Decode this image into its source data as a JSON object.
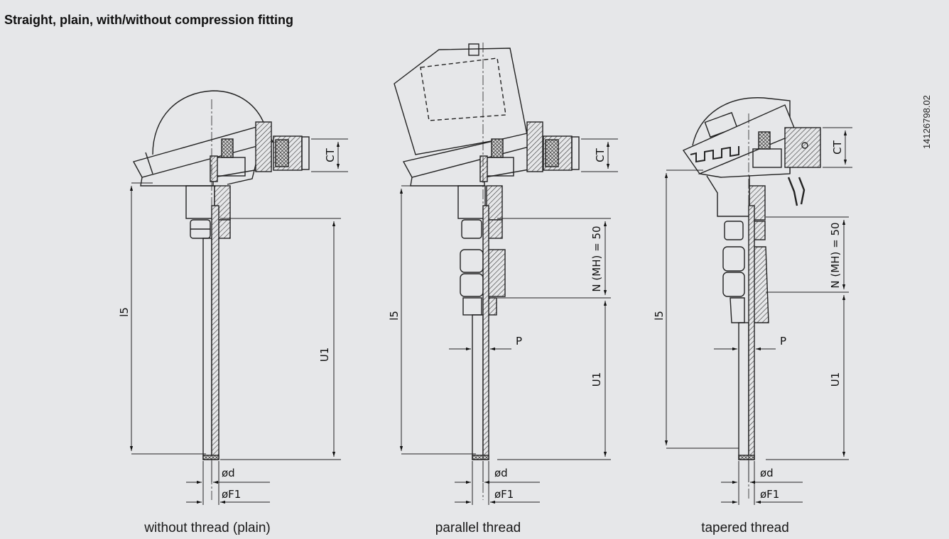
{
  "title": "Straight, plain, with/without compression fitting",
  "reference_number": "14126798.02",
  "variants": [
    {
      "caption": "without thread (plain)",
      "labels": {
        "l5": "l5",
        "u1": "U1",
        "ct": "CT",
        "d": "ød",
        "f1": "øF1"
      }
    },
    {
      "caption": "parallel thread",
      "labels": {
        "l5": "l5",
        "u1": "U1",
        "ct": "CT",
        "n": "N (MH) = 50",
        "p": "P",
        "d": "ød",
        "f1": "øF1"
      }
    },
    {
      "caption": "tapered thread",
      "labels": {
        "l5": "l5",
        "u1": "U1",
        "ct": "CT",
        "n": "N (MH) = 50",
        "p": "P",
        "d": "ød",
        "f1": "øF1"
      }
    }
  ]
}
